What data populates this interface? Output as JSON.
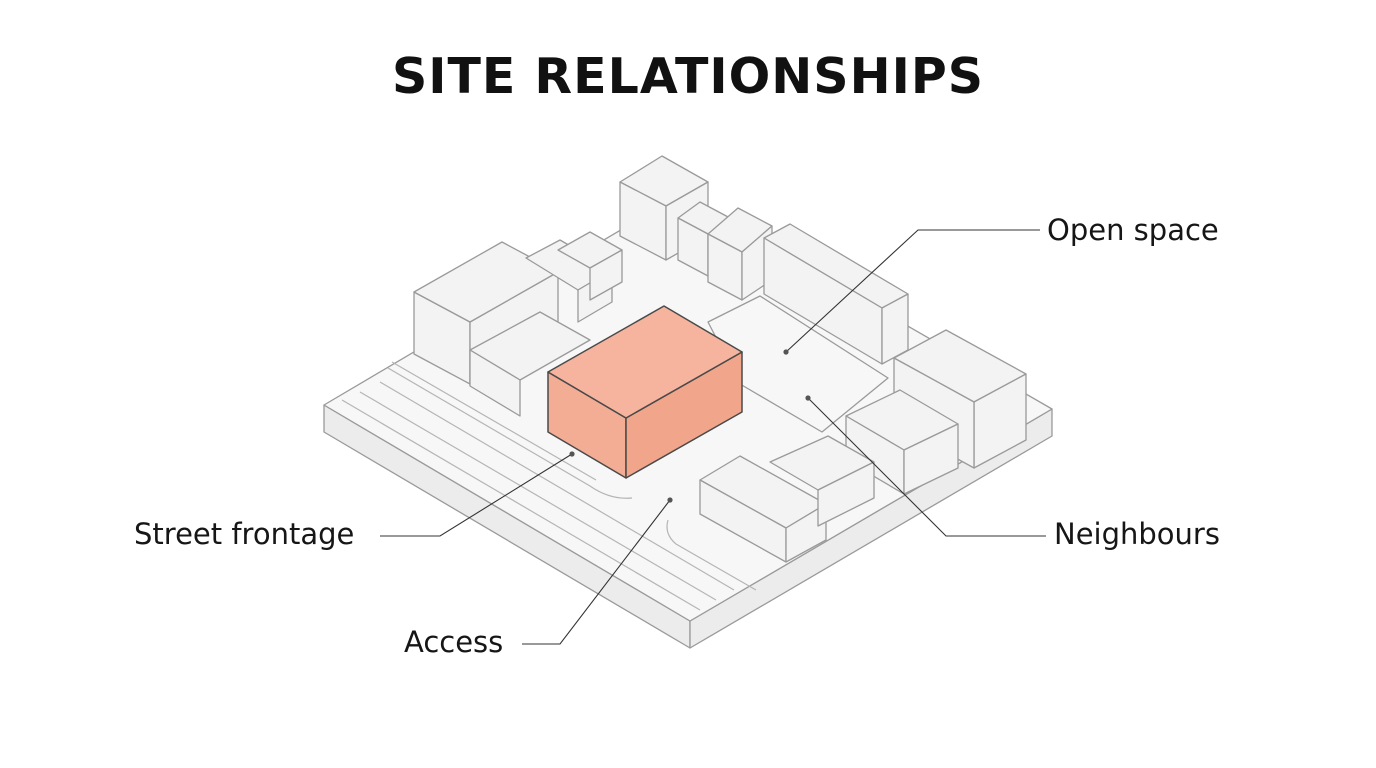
{
  "title": "SITE RELATIONSHIPS",
  "labels": {
    "open_space": "Open space",
    "street_frontage": "Street frontage",
    "neighbours": "Neighbours",
    "access": "Access"
  },
  "colors": {
    "highlight": "#f4ad95",
    "base": "#f3f3f3",
    "outline": "#9a9a9a",
    "text": "#111111"
  }
}
